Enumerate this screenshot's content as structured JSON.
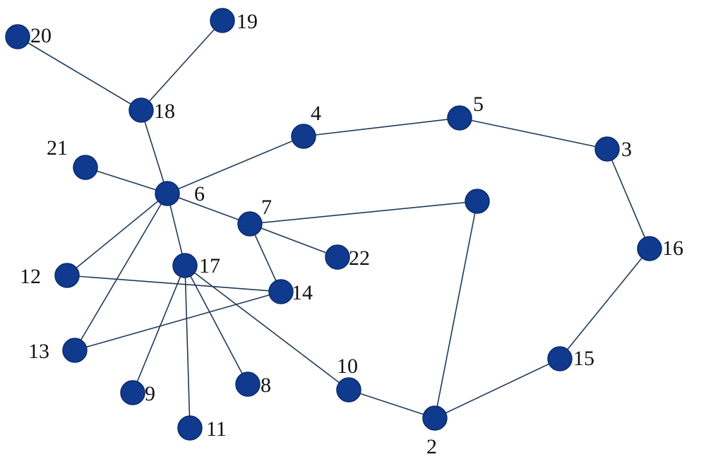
{
  "colors": {
    "node_fill": "#103a8e",
    "edge": "#1f3a5a",
    "label": "#111111",
    "background": "#ffffff"
  },
  "nodes": [
    {
      "id": "1",
      "label": ""
    },
    {
      "id": "2",
      "label": "2"
    },
    {
      "id": "3",
      "label": "3"
    },
    {
      "id": "4",
      "label": "4"
    },
    {
      "id": "5",
      "label": "5"
    },
    {
      "id": "6",
      "label": "6"
    },
    {
      "id": "7",
      "label": "7"
    },
    {
      "id": "8",
      "label": "8"
    },
    {
      "id": "9",
      "label": "9"
    },
    {
      "id": "10",
      "label": "10"
    },
    {
      "id": "11",
      "label": "11"
    },
    {
      "id": "12",
      "label": "12"
    },
    {
      "id": "13",
      "label": "13"
    },
    {
      "id": "14",
      "label": "14"
    },
    {
      "id": "15",
      "label": "15"
    },
    {
      "id": "16",
      "label": "16"
    },
    {
      "id": "17",
      "label": "17"
    },
    {
      "id": "18",
      "label": "18"
    },
    {
      "id": "19",
      "label": "19"
    },
    {
      "id": "20",
      "label": "20"
    },
    {
      "id": "21",
      "label": "21"
    },
    {
      "id": "22",
      "label": "22"
    }
  ],
  "edges": [
    [
      "20",
      "18"
    ],
    [
      "19",
      "18"
    ],
    [
      "18",
      "6"
    ],
    [
      "21",
      "6"
    ],
    [
      "6",
      "4"
    ],
    [
      "4",
      "5"
    ],
    [
      "5",
      "3"
    ],
    [
      "3",
      "16"
    ],
    [
      "16",
      "15"
    ],
    [
      "15",
      "2"
    ],
    [
      "2",
      "10"
    ],
    [
      "10",
      "17"
    ],
    [
      "2",
      "1"
    ],
    [
      "1",
      "7"
    ],
    [
      "7",
      "22"
    ],
    [
      "7",
      "14"
    ],
    [
      "6",
      "7"
    ],
    [
      "6",
      "17"
    ],
    [
      "6",
      "12"
    ],
    [
      "6",
      "13"
    ],
    [
      "12",
      "14"
    ],
    [
      "13",
      "14"
    ],
    [
      "17",
      "9"
    ],
    [
      "17",
      "11"
    ],
    [
      "17",
      "8"
    ]
  ]
}
